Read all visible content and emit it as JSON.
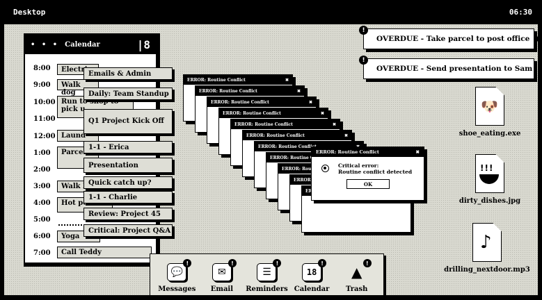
{
  "menubar": {
    "title": "Desktop",
    "clock": "06:30"
  },
  "calendar_window": {
    "title": "Calendar",
    "menu_dots": "• • •",
    "logo": "|8",
    "times": [
      "8:00",
      "9:00",
      "10:00",
      "11:00",
      "12:00",
      "1:00",
      "2:00",
      "3:00",
      "4:00",
      "5:00",
      "6:00",
      "7:00"
    ],
    "events": [
      "Electric",
      "Walk dog",
      "Run to shop to pick u",
      "Laund",
      "Parcel",
      "Walk D",
      "Hot pot on",
      "Yoga",
      "Call Teddy"
    ]
  },
  "overlapping_events": [
    "Emails & Admin",
    "Daily: Team Standup",
    "Q1 Project Kick Off",
    "1-1 - Erica",
    "Presentation",
    "Quick catch up?",
    "1-1 - Charlie",
    "Review: Project 45",
    "Critical: Project Q&A"
  ],
  "error_windows": {
    "title": "ERROR: Routine Conflict",
    "stack_title_truncated": "ERRO",
    "close": "✖",
    "message_line1": "Critical error:",
    "message_line2": "Routine conflict detected",
    "ok_label": "OK"
  },
  "notifications": [
    {
      "text": "OVERDUE - Take parcel to post office",
      "close": "✖",
      "badge": "!"
    },
    {
      "text": "OVERDUE - Send presentation to Sam",
      "close": "✖",
      "badge": "!"
    }
  ],
  "files": [
    {
      "name": "shoe_eating.exe",
      "icon": "dog-face-icon",
      "glyph": "🐶"
    },
    {
      "name": "dirty_dishes.jpg",
      "icon": "bowl-icon",
      "glyph": "!!!"
    },
    {
      "name": "drilling_nextdoor.mp3",
      "icon": "music-note-icon",
      "glyph": "♪"
    }
  ],
  "dock": [
    {
      "label": "Messages",
      "icon": "chat-icon",
      "glyph": "💬",
      "badge": "!"
    },
    {
      "label": "Email",
      "icon": "envelope-icon",
      "glyph": "✉",
      "badge": "!"
    },
    {
      "label": "Reminders",
      "icon": "list-icon",
      "glyph": "☰",
      "badge": "!"
    },
    {
      "label": "Calendar",
      "icon": "calendar-icon",
      "glyph": "18",
      "badge": "!"
    },
    {
      "label": "Trash",
      "icon": "trash-icon",
      "glyph": "▲",
      "badge": "!"
    }
  ]
}
